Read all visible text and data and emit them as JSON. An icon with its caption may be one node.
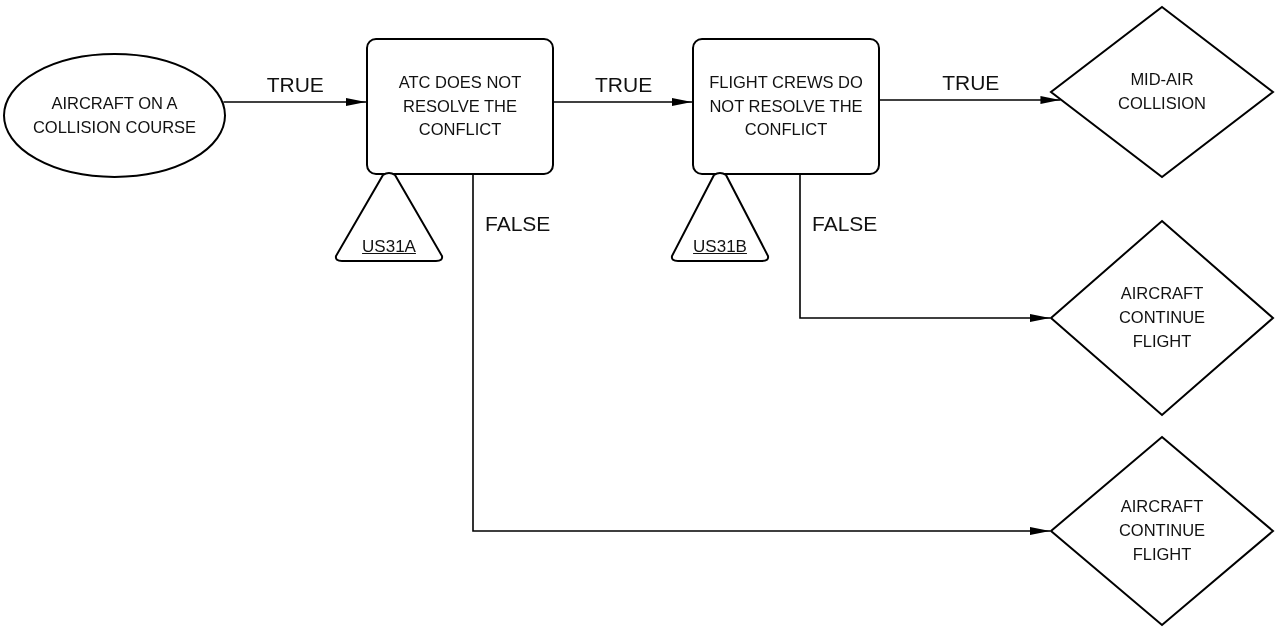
{
  "diagram": {
    "nodes": [
      {
        "text": [
          "AIRCRAFT ON A COLLISION COURSE"
        ]
      },
      {
        "text": [
          "ATC DOES NOT RESOLVE THE CONFLICT"
        ]
      },
      {
        "text": [
          "FLIGHT CREWS DO NOT RESOLVE THE CONFLICT"
        ]
      },
      {
        "text": [
          "MID-AIR COLLISION"
        ]
      },
      {
        "text": [
          "US31A"
        ]
      },
      {
        "text": [
          "US31B"
        ]
      },
      {
        "text": [
          "AIRCRAFT CONTINUE FLIGHT"
        ]
      },
      {
        "text": [
          "AIRCRAFT CONTINUE FLIGHT"
        ]
      }
    ],
    "edges": [
      {
        "from": 0,
        "to": 1,
        "arrow": "to",
        "label": "TRUE"
      },
      {
        "from": 1,
        "to": 2,
        "arrow": "to",
        "label": "TRUE"
      },
      {
        "from": 2,
        "to": 3,
        "arrow": "to",
        "label": "TRUE"
      },
      {
        "from": 2,
        "to": 6,
        "arrow": "to",
        "label": "FALSE"
      },
      {
        "from": 1,
        "to": 7,
        "arrow": "to",
        "label": "FALSE"
      }
    ]
  }
}
